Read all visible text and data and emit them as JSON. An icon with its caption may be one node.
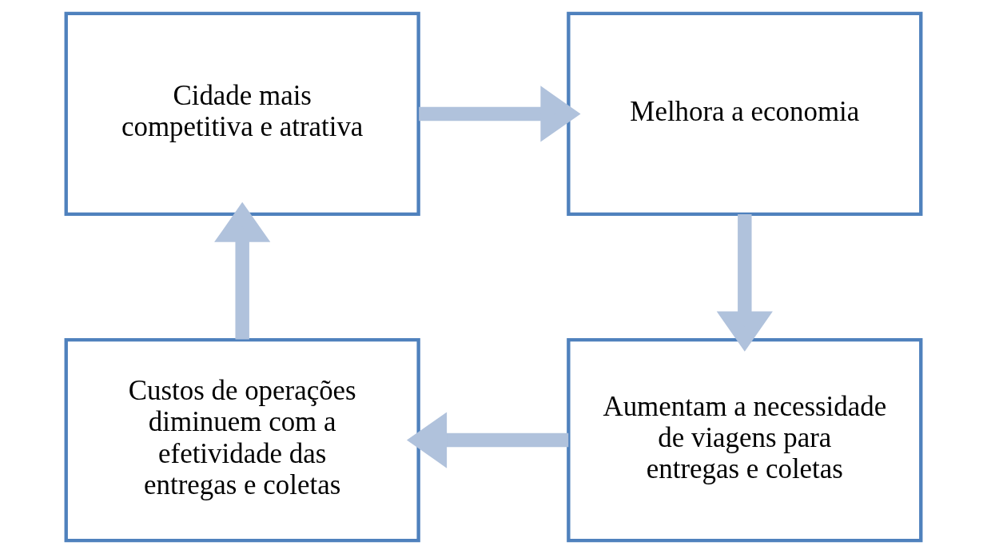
{
  "diagram": {
    "nodes": [
      {
        "text": [
          "Cidade mais competitiva e atrativa"
        ]
      },
      {
        "text": [
          "Melhora a economia"
        ]
      },
      {
        "text": [
          "Custos de operações diminuem com a efetividade das entregas e coletas"
        ]
      },
      {
        "text": [
          "Aumentam a necessidade de viagens para entregas e coletas"
        ]
      }
    ],
    "edges": [
      {
        "from": 0,
        "to": 1,
        "arrow": "to"
      },
      {
        "from": 1,
        "to": 3,
        "arrow": "to"
      },
      {
        "from": 3,
        "to": 2,
        "arrow": "to"
      },
      {
        "from": 2,
        "to": 0,
        "arrow": "to"
      }
    ]
  }
}
